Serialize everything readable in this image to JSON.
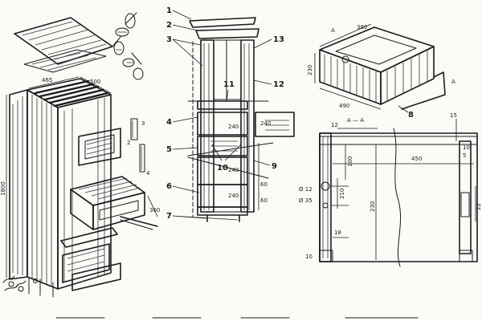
{
  "left_view": {
    "dim_width": "465",
    "dim_depth": "500",
    "dim_height": "1800",
    "dim_drawer": "360"
  },
  "middle_view": {
    "callouts": [
      "1",
      "2",
      "3",
      "4",
      "5",
      "6",
      "7",
      "13",
      "12",
      "11",
      "10",
      "9",
      "8"
    ],
    "dims": [
      "240",
      "240",
      "240",
      "240",
      "60",
      "60"
    ]
  },
  "top_right_view": {
    "dim_top": "380",
    "dim_height": "230",
    "dim_width": "490",
    "section_marker": "A"
  },
  "section_view": {
    "section_title": "A — A",
    "dims": [
      "12",
      "15",
      "100",
      "450",
      "10",
      "5",
      "230",
      "18",
      "Ø 12",
      "Ø 35",
      "210",
      "10",
      "22"
    ]
  }
}
